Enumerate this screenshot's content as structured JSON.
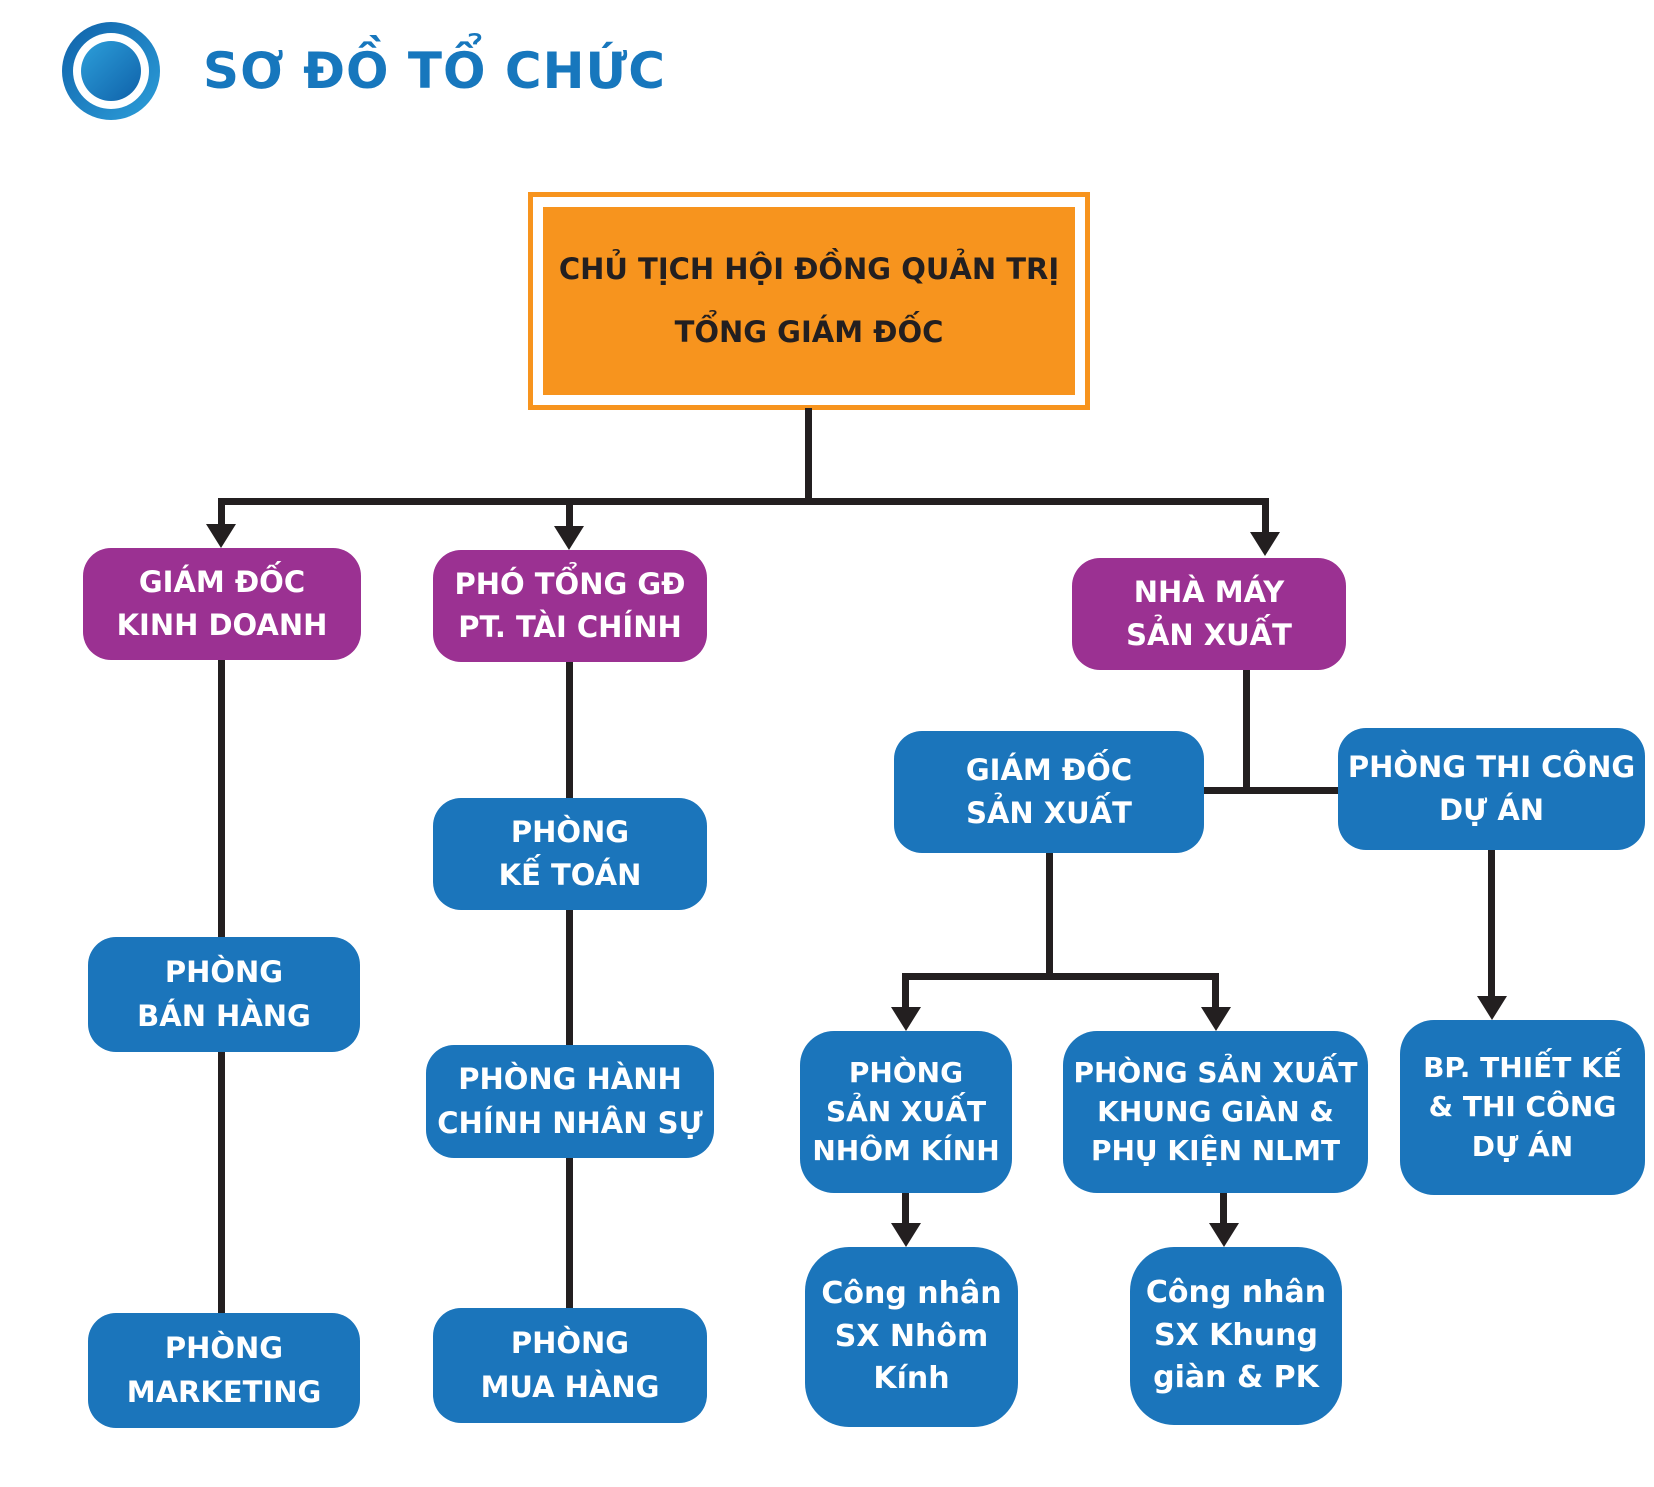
{
  "title": {
    "text": "SƠ ĐỒ TỔ CHỨC"
  },
  "colors": {
    "title_blue": "#1777BD",
    "root_orange": "#F7941E",
    "level2_purple": "#9B3192",
    "dept_blue": "#1B75BB",
    "connector_black": "#231F20",
    "root_text": "#231F20",
    "node_text": "#FFFFFF"
  },
  "nodes": {
    "root": {
      "line1": "CHỦ TỊCH HỘI ĐỒNG QUẢN TRỊ",
      "line2": "TỔNG GIÁM ĐỐC"
    },
    "sales_director": {
      "line1": "GIÁM ĐỐC",
      "line2": "KINH DOANH"
    },
    "deputy_ceo_finance": {
      "line1": "PHÓ TỔNG GĐ",
      "line2": "PT. TÀI CHÍNH"
    },
    "factory": {
      "line1": "NHÀ MÁY",
      "line2": "SẢN XUẤT"
    },
    "sales_dept": {
      "line1": "PHÒNG",
      "line2": "BÁN HÀNG"
    },
    "marketing_dept": {
      "line1": "PHÒNG",
      "line2": "MARKETING"
    },
    "accounting_dept": {
      "line1": "PHÒNG",
      "line2": "KẾ TOÁN"
    },
    "hr_admin_dept": {
      "line1": "PHÒNG HÀNH",
      "line2": "CHÍNH NHÂN SỰ"
    },
    "purchasing_dept": {
      "line1": "PHÒNG",
      "line2": "MUA HÀNG"
    },
    "production_director": {
      "line1": "GIÁM ĐỐC",
      "line2": "SẢN XUẤT"
    },
    "project_construction_dept": {
      "line1": "PHÒNG THI CÔNG",
      "line2": "DỰ ÁN"
    },
    "aluminum_glass_production_dept": {
      "line1": "PHÒNG",
      "line2": "SẢN XUẤT",
      "line3": "NHÔM KÍNH"
    },
    "frame_accessories_production_dept": {
      "line1": "PHÒNG SẢN XUẤT",
      "line2": "KHUNG GIÀN &",
      "line3": "PHỤ KIỆN NLMT"
    },
    "design_construction_unit": {
      "line1": "BP. THIẾT KẾ",
      "line2": "& THI CÔNG",
      "line3": "DỰ ÁN"
    },
    "aluminum_glass_workers": {
      "line1": "Công nhân",
      "line2": "SX Nhôm",
      "line3": "Kính"
    },
    "frame_workers": {
      "line1": "Công nhân",
      "line2": "SX Khung",
      "line3": "giàn & PK"
    }
  },
  "edges": [
    {
      "from": "root",
      "to": "sales_director",
      "arrowhead": true
    },
    {
      "from": "root",
      "to": "deputy_ceo_finance",
      "arrowhead": true
    },
    {
      "from": "root",
      "to": "factory",
      "arrowhead": true
    },
    {
      "from": "sales_director",
      "to": "sales_dept",
      "arrowhead": false
    },
    {
      "from": "sales_dept",
      "to": "marketing_dept",
      "arrowhead": false
    },
    {
      "from": "deputy_ceo_finance",
      "to": "accounting_dept",
      "arrowhead": false
    },
    {
      "from": "accounting_dept",
      "to": "hr_admin_dept",
      "arrowhead": false
    },
    {
      "from": "hr_admin_dept",
      "to": "purchasing_dept",
      "arrowhead": false
    },
    {
      "from": "factory",
      "to": "production_director",
      "arrowhead": false
    },
    {
      "from": "factory",
      "to": "project_construction_dept",
      "arrowhead": false
    },
    {
      "from": "production_director",
      "to": "aluminum_glass_production_dept",
      "arrowhead": true
    },
    {
      "from": "production_director",
      "to": "frame_accessories_production_dept",
      "arrowhead": true
    },
    {
      "from": "project_construction_dept",
      "to": "design_construction_unit",
      "arrowhead": true
    },
    {
      "from": "aluminum_glass_production_dept",
      "to": "aluminum_glass_workers",
      "arrowhead": true
    },
    {
      "from": "frame_accessories_production_dept",
      "to": "frame_workers",
      "arrowhead": true
    }
  ]
}
